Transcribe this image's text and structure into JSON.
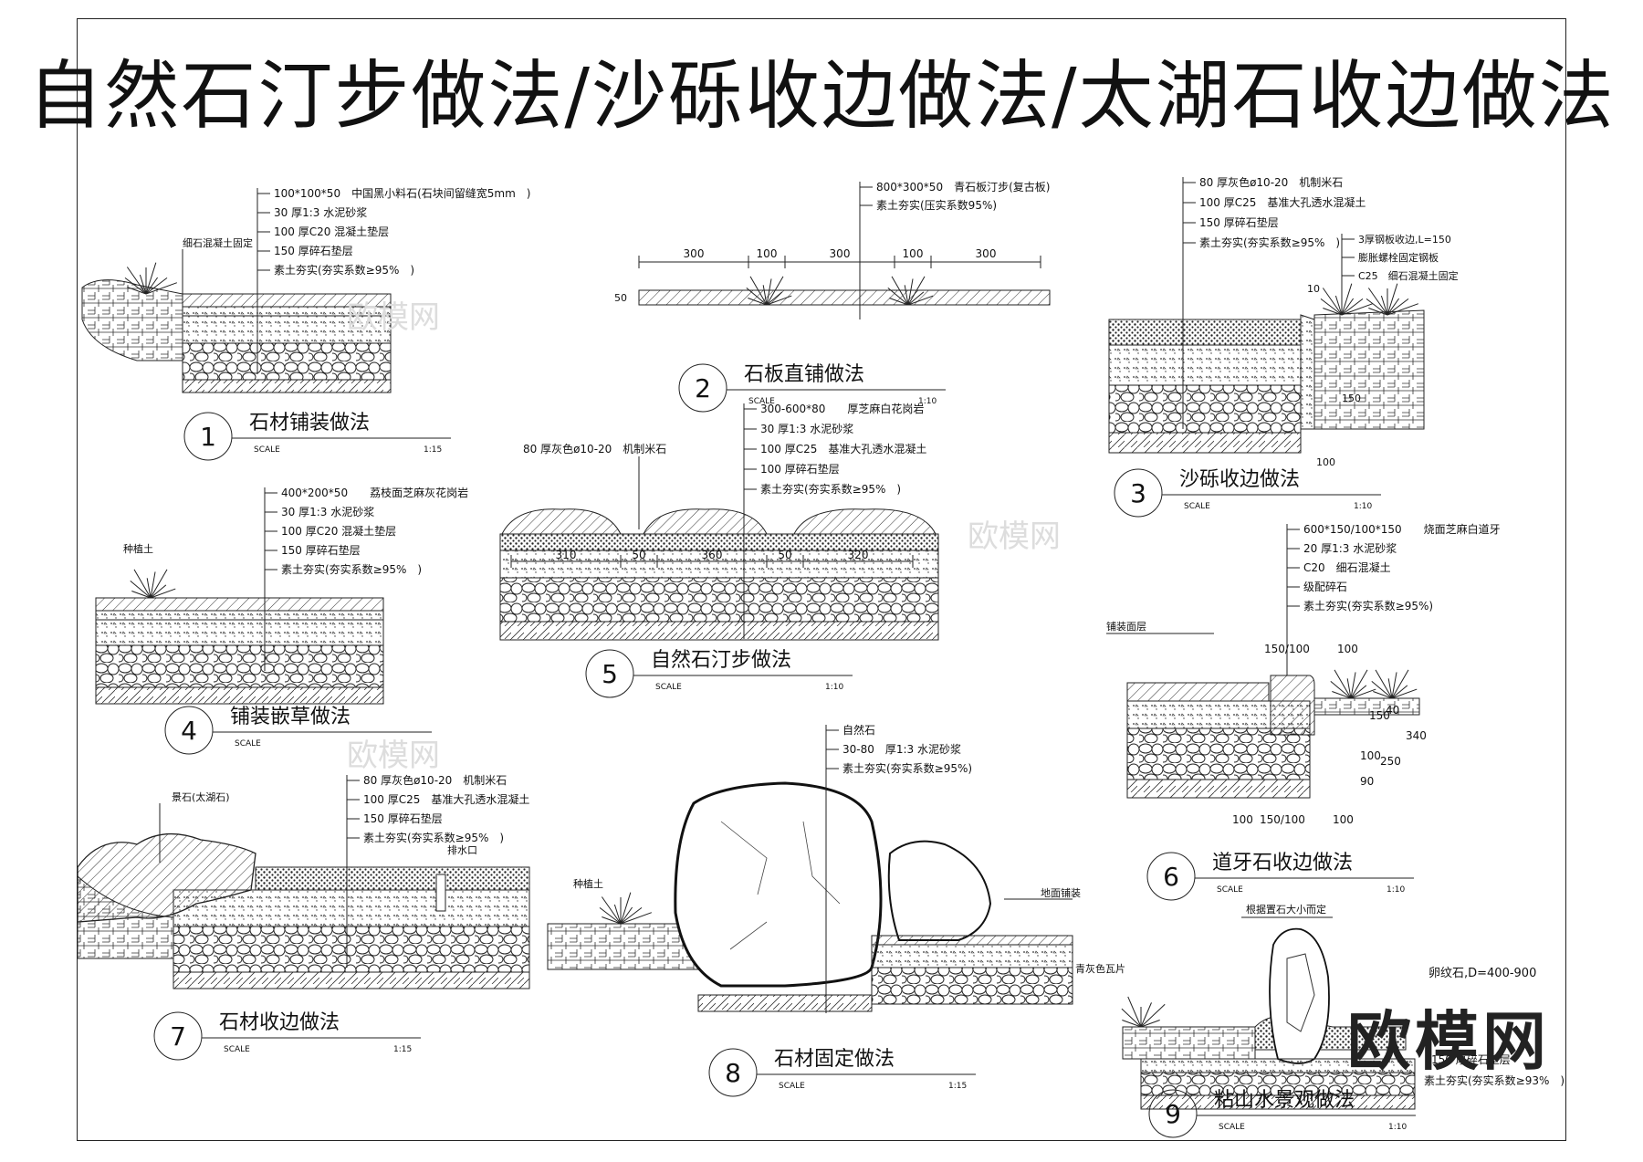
{
  "title": "自然石汀步做法/沙砾收边做法/太湖石收边做法",
  "watermark": "欧模网",
  "brand_logo": "欧模网",
  "details": [
    {
      "num": "1",
      "name": "石材铺装做法",
      "scale": "1:15",
      "labels": [
        "100*100*50　中国黑小料石(石块间留缝宽5mm　)",
        "30 厚1:3 水泥砂浆",
        "100 厚C20 混凝土垫层",
        "150 厚碎石垫层",
        "素土夯实(夯实系数≥95%　)",
        "细石混凝土固定"
      ]
    },
    {
      "num": "2",
      "name": "石板直铺做法",
      "scale": "1:10",
      "labels": [
        "800*300*50　青石板汀步(复古板)",
        "素土夯实(压实系数95%)"
      ],
      "dims": [
        "300",
        "100",
        "300",
        "100",
        "300",
        "50"
      ]
    },
    {
      "num": "3",
      "name": "沙砾收边做法",
      "scale": "1:10",
      "labels": [
        "80 厚灰色ø10-20　机制米石",
        "100 厚C25　基准大孔透水混凝土",
        "150 厚碎石垫层",
        "素土夯实(夯实系数≥95%　)",
        "3厚钢板收边,L=150",
        "膨胀螺栓固定钢板",
        "C25　细石混凝土固定"
      ],
      "dims": [
        "10",
        "150",
        "100"
      ]
    },
    {
      "num": "4",
      "name": "铺装嵌草做法",
      "scale": "",
      "labels": [
        "400*200*50　　荔枝面芝麻灰花岗岩",
        "30 厚1:3 水泥砂浆",
        "100 厚C20 混凝土垫层",
        "150 厚碎石垫层",
        "素土夯实(夯实系数≥95%　)",
        "种植土"
      ]
    },
    {
      "num": "5",
      "name": "自然石汀步做法",
      "scale": "1:10",
      "labels": [
        "300-600*80　　厚芝麻白花岗岩",
        "30 厚1:3 水泥砂浆",
        "100 厚C25　基准大孔透水混凝土",
        "100 厚碎石垫层",
        "素土夯实(夯实系数≥95%　)",
        "80 厚灰色ø10-20　机制米石"
      ],
      "dims": [
        "310",
        "50",
        "360",
        "50",
        "320"
      ]
    },
    {
      "num": "6",
      "name": "道牙石收边做法",
      "scale": "1:10",
      "labels": [
        "600*150/100*150　　烧面芝麻白道牙",
        "20 厚1:3 水泥砂浆",
        "C20　细石混凝土",
        "级配碎石",
        "素土夯实(夯实系数≥95%)",
        "铺装面层"
      ],
      "dims": [
        "150/100",
        "100",
        "150",
        "40",
        "250",
        "340",
        "100",
        "90",
        "100",
        "150/100",
        "100"
      ]
    },
    {
      "num": "7",
      "name": "石材收边做法",
      "scale": "1:15",
      "labels": [
        "80 厚灰色ø10-20　机制米石",
        "100 厚C25　基准大孔透水混凝土",
        "150 厚碎石垫层",
        "素土夯实(夯实系数≥95%　)",
        "景石(太湖石)",
        "排水口"
      ]
    },
    {
      "num": "8",
      "name": "石材固定做法",
      "scale": "1:15",
      "labels": [
        "自然石",
        "30-80　厚1:3 水泥砂浆",
        "素土夯实(夯实系数≥95%)",
        "种植土",
        "地面铺装",
        "青灰色瓦片"
      ]
    },
    {
      "num": "9",
      "name": "粘山水景观做法",
      "scale": "1:10",
      "labels": [
        "根据置石大小而定",
        "卵纹石,D=400-900",
        "150 厚碎石垫层",
        "素土夯实(夯实系数≥93%　)"
      ]
    }
  ],
  "scale_label": "SCALE"
}
